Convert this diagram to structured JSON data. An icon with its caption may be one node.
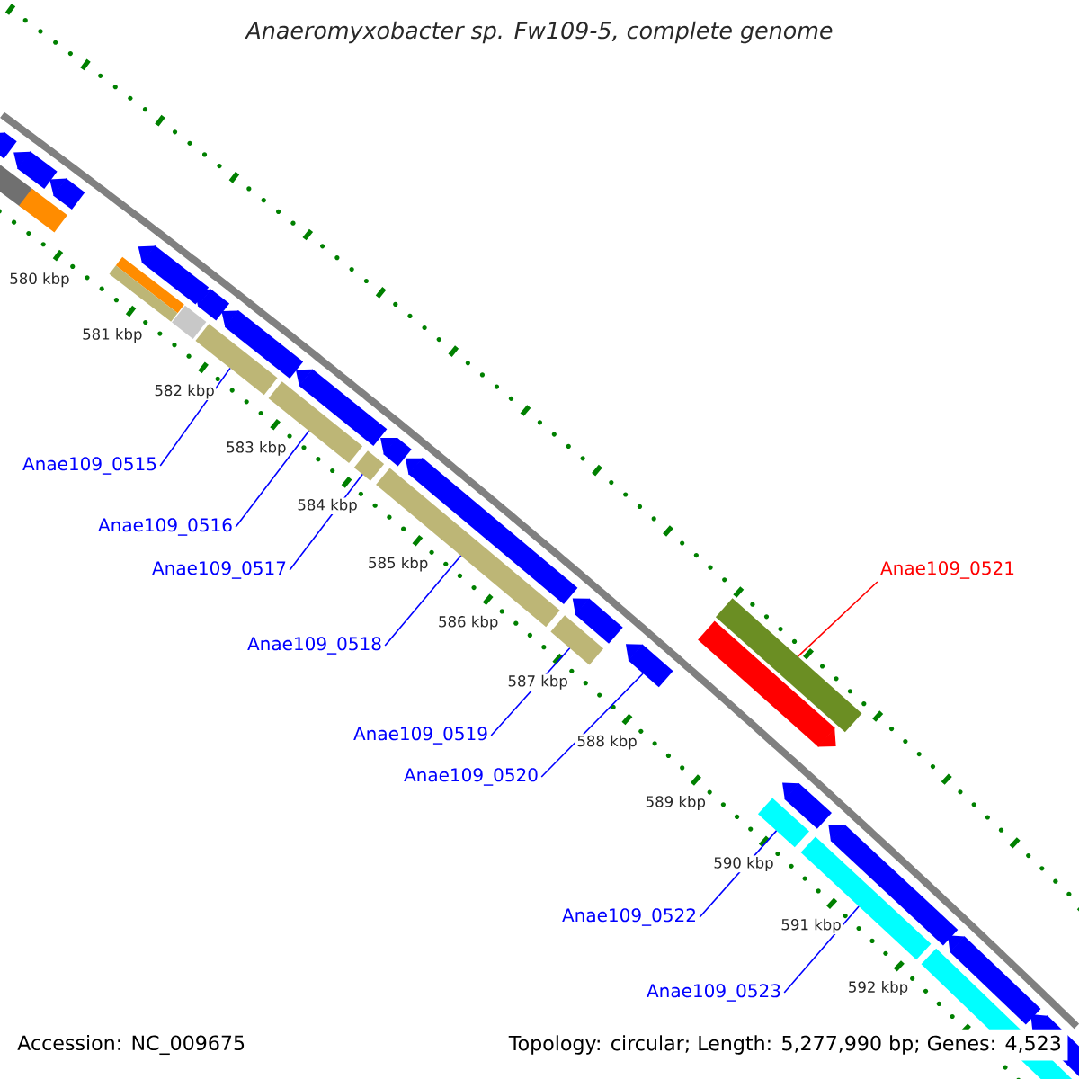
{
  "diagram": {
    "title": "Anaeromyxobacter sp. Fw109-5, complete genome",
    "nodes": [
      {
        "text": [
          "Anae109_0515"
        ]
      },
      {
        "text": [
          "Anae109_0516"
        ]
      },
      {
        "text": [
          "Anae109_0517"
        ]
      },
      {
        "text": [
          "Anae109_0518"
        ]
      },
      {
        "text": [
          "Anae109_0519"
        ]
      },
      {
        "text": [
          "Anae109_0520"
        ]
      },
      {
        "text": [
          "Anae109_0521"
        ]
      },
      {
        "text": [
          "Anae109_0522"
        ]
      },
      {
        "text": [
          "Anae109_0523"
        ]
      },
      {
        "text": [],
        "shape": "arrow"
      },
      {
        "text": [],
        "shape": "bar"
      },
      {
        "text": [],
        "shape": "arrow"
      },
      {
        "text": [],
        "shape": "bar"
      },
      {
        "text": [],
        "shape": "arrow"
      },
      {
        "text": [],
        "shape": "bar"
      },
      {
        "text": [],
        "shape": "bar"
      },
      {
        "text": [],
        "shape": "arrow"
      },
      {
        "text": [],
        "shape": "bar"
      },
      {
        "text": [],
        "shape": "arrow"
      },
      {
        "text": [],
        "shape": "bar"
      },
      {
        "text": [],
        "shape": "arrow"
      },
      {
        "text": [],
        "shape": "bar"
      },
      {
        "text": [],
        "shape": "arrow"
      },
      {
        "text": [],
        "shape": "bar"
      },
      {
        "text": [],
        "shape": "arrow"
      },
      {
        "text": [],
        "shape": "bar"
      },
      {
        "text": [],
        "shape": "arrow"
      },
      {
        "text": [],
        "shape": "bar"
      },
      {
        "text": [],
        "shape": "arrow"
      },
      {
        "text": [],
        "shape": "arrow"
      },
      {
        "text": [],
        "shape": "arrow"
      },
      {
        "text": [],
        "shape": "bar"
      },
      {
        "text": [],
        "shape": "bar"
      },
      {
        "text": [],
        "shape": "arrow"
      },
      {
        "text": [],
        "shape": "bar"
      },
      {
        "text": [],
        "shape": "arrow"
      },
      {
        "text": [],
        "shape": "bar"
      },
      {
        "text": [],
        "shape": "arrow"
      },
      {
        "text": [],
        "shape": "arrow"
      }
    ],
    "edges": [
      {
        "from": 0,
        "to": 19,
        "arrow": "none"
      },
      {
        "from": 1,
        "to": 21,
        "arrow": "none"
      },
      {
        "from": 2,
        "to": 23,
        "arrow": "none"
      },
      {
        "from": 3,
        "to": 25,
        "arrow": "none"
      },
      {
        "from": 4,
        "to": 27,
        "arrow": "none"
      },
      {
        "from": 5,
        "to": 29,
        "arrow": "none"
      },
      {
        "from": 6,
        "to": 31,
        "arrow": "none",
        "color": "#ff0000"
      },
      {
        "from": 7,
        "to": 32,
        "arrow": "none"
      },
      {
        "from": 8,
        "to": 34,
        "arrow": "none"
      }
    ],
    "labels": [
      "580 kbp",
      "581 kbp",
      "582 kbp",
      "583 kbp",
      "584 kbp",
      "585 kbp",
      "586 kbp",
      "587 kbp",
      "588 kbp",
      "589 kbp",
      "590 kbp",
      "591 kbp",
      "592 kbp",
      "Accession: NC_009675",
      "Topology: circular; Length: 5,277,990 bp; Genes: 4,523"
    ]
  }
}
